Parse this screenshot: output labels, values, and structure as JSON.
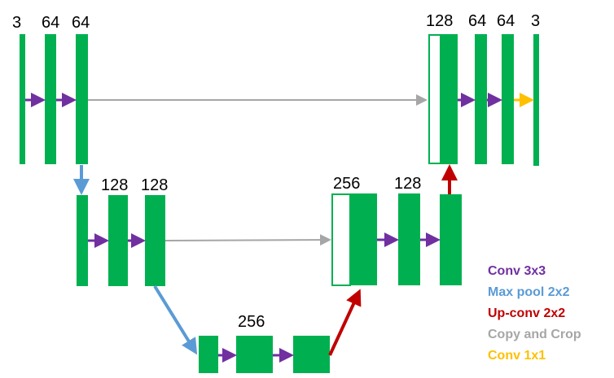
{
  "colors": {
    "block": "#00b050",
    "conv3x3": "#7030a0",
    "maxpool": "#5b9bd5",
    "upconv": "#c00000",
    "copycrop": "#a6a6a6",
    "conv1x1": "#ffc000"
  },
  "channel_labels": {
    "in": "3",
    "enc1a": "64",
    "enc1b": "64",
    "enc2a": "128",
    "enc2b": "128",
    "bottleneck": "256",
    "dec2concat": "256",
    "dec2": "128",
    "dec1concat": "128",
    "dec1a": "64",
    "dec1b": "64",
    "out": "3"
  },
  "legend": {
    "conv3x3": "Conv 3x3",
    "maxpool": "Max pool 2x2",
    "upconv": "Up-conv 2x2",
    "copycrop": "Copy and Crop",
    "conv1x1": "Conv 1x1"
  }
}
